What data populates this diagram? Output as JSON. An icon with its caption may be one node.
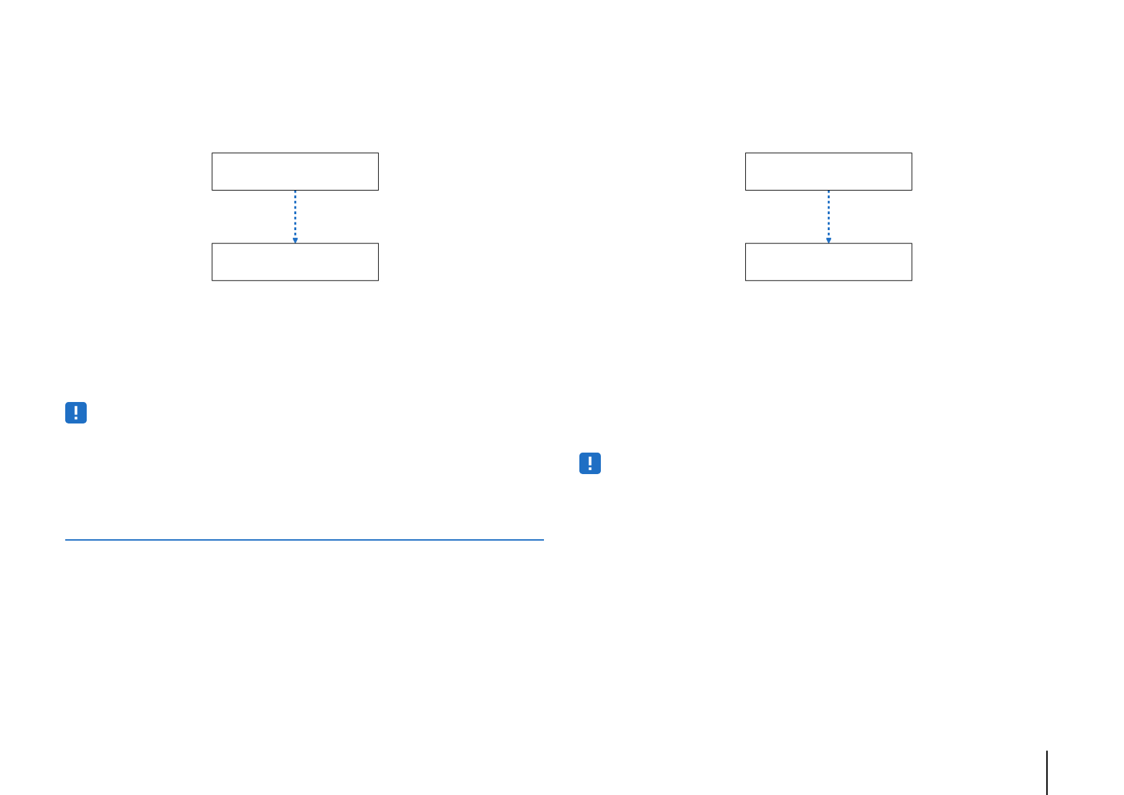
{
  "diagram": {
    "nodes": [
      {
        "text": [],
        "shape": "box"
      },
      {
        "text": [],
        "shape": "box"
      },
      {
        "text": [],
        "shape": "box"
      },
      {
        "text": [],
        "shape": "box"
      }
    ],
    "edges": [
      {
        "from": 0,
        "to": 1,
        "arrow": "to",
        "style": "dashed",
        "color": "#1f6fc5"
      },
      {
        "from": 2,
        "to": 3,
        "arrow": "to",
        "style": "dashed",
        "color": "#1f6fc5"
      }
    ]
  }
}
